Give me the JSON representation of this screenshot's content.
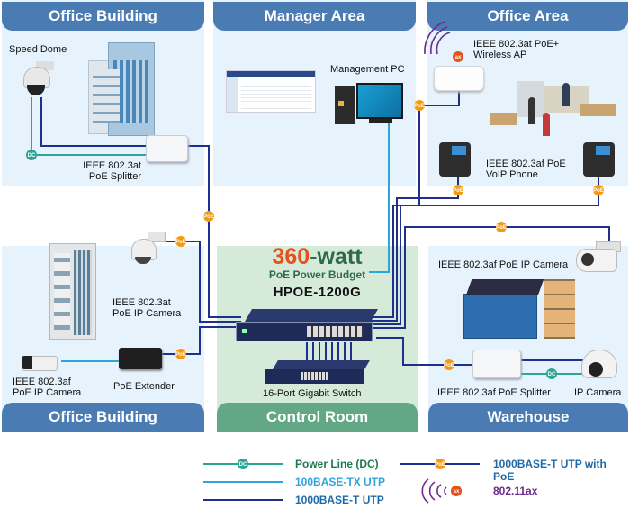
{
  "zones": {
    "office_building_top": {
      "title": "Office Building"
    },
    "manager_area": {
      "title": "Manager Area"
    },
    "office_area": {
      "title": "Office Area"
    },
    "office_building_bottom": {
      "title": "Office Building"
    },
    "control_room": {
      "title": "Control Room"
    },
    "warehouse": {
      "title": "Warehouse"
    }
  },
  "devices": {
    "speed_dome": "Speed Dome",
    "poe_splitter_at_1": "IEEE 802.3at",
    "poe_splitter_at_2": "PoE Splitter",
    "management_pc": "Management PC",
    "wireless_ap_1": "IEEE 802.3at PoE+",
    "wireless_ap_2": "Wireless AP",
    "voip_phone_1": "IEEE 802.3af PoE",
    "voip_phone_2": "VoIP Phone",
    "poe_ip_camera_at_1": "IEEE 802.3at",
    "poe_ip_camera_at_2": "PoE IP Camera",
    "poe_ip_camera_af_1": "IEEE 802.3af",
    "poe_ip_camera_af_2": "PoE IP Camera",
    "poe_extender": "PoE Extender",
    "warehouse_camera": "IEEE 802.3af PoE IP Camera",
    "warehouse_splitter": "IEEE 802.3af PoE Splitter",
    "ip_camera": "IP Camera",
    "gigabit_switch": "16-Port Gigabit Switch"
  },
  "switch": {
    "power_value": "360",
    "power_unit": "-watt",
    "power_caption": "PoE Power Budget",
    "model": "HPOE-1200G"
  },
  "badges": {
    "poe": "PoE",
    "dc": "DC",
    "ax": "ax"
  },
  "legend": {
    "power_line": "Power Line (DC)",
    "fast_ethernet": "100BASE-TX UTP",
    "gigabit": "1000BASE-T UTP",
    "gigabit_poe": "1000BASE-T UTP with PoE",
    "wifi": "802.11ax"
  },
  "colors": {
    "zone_header": "#4a7bb2",
    "control_header": "#63a886",
    "zone_bg": "#e6f3fc",
    "control_bg": "#d6eada",
    "power_line": "#2aa694",
    "fast_ethernet": "#2ea4dc",
    "gigabit": "#1e2f8c",
    "poe_badge": "#f39a12",
    "wifi": "#6a2c8e",
    "ax_badge": "#e8501a"
  }
}
